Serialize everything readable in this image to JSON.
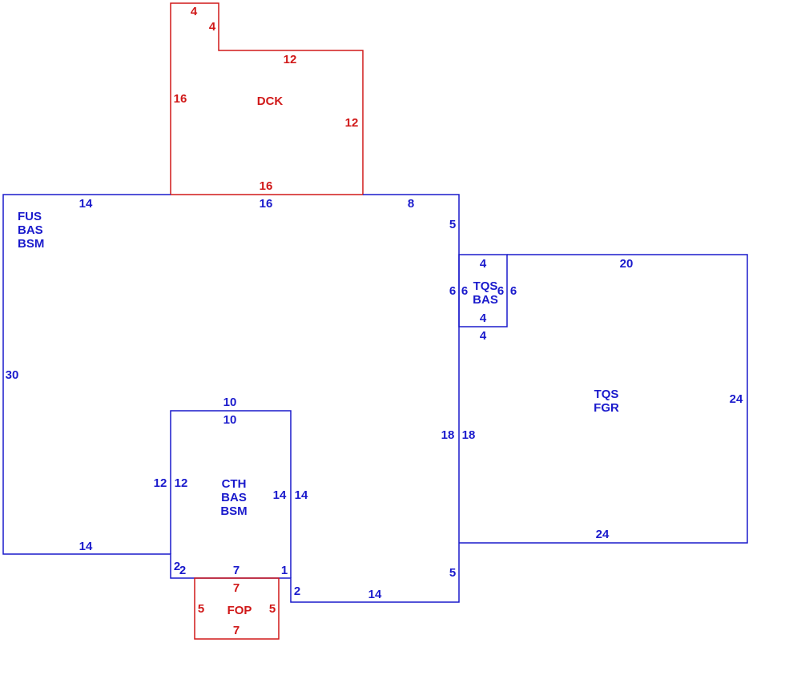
{
  "colors": {
    "main": "#1a1acc",
    "accent": "#d01818",
    "background": "#ffffff"
  },
  "areas": {
    "dck": {
      "code": "DCK"
    },
    "main": {
      "l1": "FUS",
      "l2": "BAS",
      "l3": "BSM"
    },
    "tqs_bas": {
      "l1": "TQS",
      "l2": "BAS"
    },
    "tqs_fgr": {
      "l1": "TQS",
      "l2": "FGR"
    },
    "cth": {
      "l1": "CTH",
      "l2": "BAS",
      "l3": "BSM"
    },
    "fop": {
      "code": "FOP"
    }
  },
  "dims": {
    "dck": {
      "top": "4",
      "notch_right": "4",
      "upper": "12",
      "left": "16",
      "right": "12",
      "bottom": "16"
    },
    "main": {
      "top_left": "14",
      "top_mid": "16",
      "top_right": "8",
      "right_upper": "5",
      "left": "30",
      "bottom_left": "14",
      "right_lower": "18",
      "bottom_right": "14",
      "right_bottom": "5",
      "step": "2"
    },
    "tqs_bas": {
      "top": "4",
      "left_outer": "6",
      "left_inner": "6",
      "right_inner": "6",
      "right_outer": "6",
      "bottom_inner": "4",
      "bottom_outer": "4"
    },
    "tqs_fgr": {
      "top": "20",
      "left": "18",
      "right": "24",
      "bottom": "24"
    },
    "cth": {
      "top_outer": "10",
      "top_inner": "10",
      "left_outer": "12",
      "left_inner": "12",
      "right_inner": "14",
      "right_outer": "14",
      "bottom_left_a": "2",
      "bottom_left_b": "2",
      "bottom_mid": "7",
      "bottom_right": "1"
    },
    "fop": {
      "top": "7",
      "left": "5",
      "right": "5",
      "bottom": "7"
    }
  }
}
